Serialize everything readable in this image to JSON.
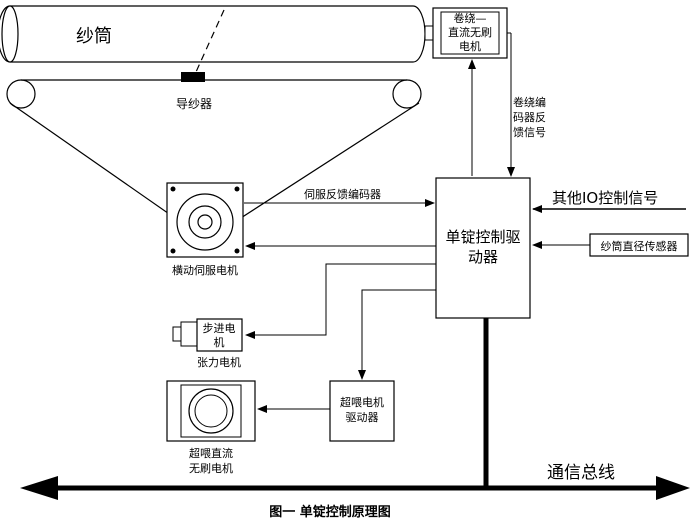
{
  "yarn_tube": "纱筒",
  "yarn_guide": "导纱器",
  "winding_motor": [
    "卷绕—",
    "直流无刷",
    "电机"
  ],
  "encoder_feedback": [
    "卷绕编",
    "码器反",
    "馈信号"
  ],
  "servo_feedback": "伺服反馈编码器",
  "traverse_motor": "横动伺服电机",
  "controller": [
    "单锭控制驱",
    "动器"
  ],
  "other_io": "其他IO控制信号",
  "diameter_sensor": "纱筒直径传感器",
  "stepper_motor": [
    "步进电",
    "机"
  ],
  "tension_motor": "张力电机",
  "overfeed_driver": [
    "超喂电机",
    "驱动器"
  ],
  "overfeed_motor": [
    "超喂直流",
    "无刷电机"
  ],
  "bus": "通信总线",
  "caption": "图一  单锭控制原理图"
}
